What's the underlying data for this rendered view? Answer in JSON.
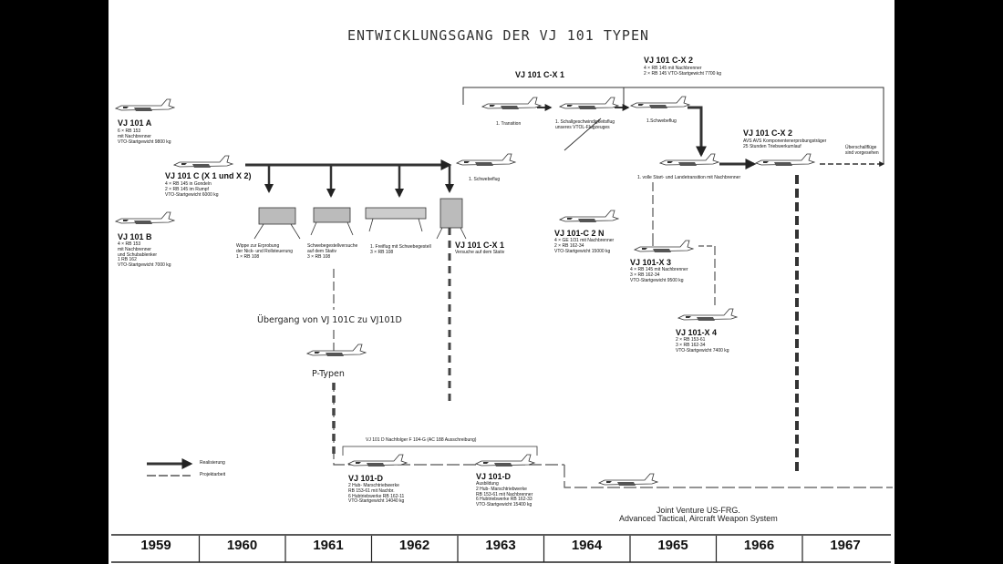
{
  "title": "ENTWICKLUNGSGANG DER VJ 101 TYPEN",
  "years": [
    "1959",
    "1960",
    "1961",
    "1962",
    "1963",
    "1964",
    "1965",
    "1966",
    "1967"
  ],
  "legend": {
    "realised": "Realisierung",
    "project": "Projektarbeit"
  },
  "transition": "Übergang von VJ 101C zu VJ101D",
  "ptypes": "P-Typen",
  "nodes": {
    "a": {
      "name": "VJ 101 A",
      "l1": "6 × RB 153",
      "l2": "mit Nachbrenner",
      "l3": "VTO-Startgewicht 9800 kg"
    },
    "c": {
      "name": "VJ 101 C (X 1 und X 2)",
      "l1": "4 × RB 145 in Gondeln",
      "l2": "2 × RB 145 im Rumpf",
      "l3": "VTO-Startgewicht 6000 kg"
    },
    "b": {
      "name": "VJ 101 B",
      "l1": "4 × RB 153",
      "l2": "mit Nachbrenner",
      "l3": "und Schubablenker",
      "l4": "1 RB 162",
      "l5": "VTO-Startgewicht 7000 kg"
    },
    "cx1": {
      "header": "VJ 101 C-X 1",
      "step0": "1. Schwebeflug",
      "step1": "1. Transition",
      "step2a": "1. Schallgeschwindigkeitsflug",
      "step2b": "unseres VTOL-Flugzeuges"
    },
    "cx2": {
      "name": "VJ 101 C-X 2",
      "l1": "4 × RB 145 mit Nachbrenner",
      "l2": "2 × RB 145 VTO-Startgewicht 7700 kg",
      "step1": "1.Schwebeflug",
      "step2": "1. volle Start- und Landetransition mit Nachbrenner"
    },
    "cx2b": {
      "name": "VJ 101 C-X 2",
      "l1": "AVS AVS Komponentenerprobungsträger",
      "l2": "25 Stunden Triebwerkumlauf"
    },
    "super": {
      "l1": "Überschallflüge",
      "l2": "sind vorgesehen"
    },
    "c2n": {
      "name": "VJ 101-C 2 N",
      "l1": "4 × GE 1/31 mit Nachbrenner",
      "l2": "2 × RB 162-34",
      "l3": "VTO-Startgewicht 15000 kg"
    },
    "x3": {
      "name": "VJ 101-X 3",
      "l1": "4 × RB 145 mit Nachbrenner",
      "l2": "3 × RB 162-34",
      "l3": "VTO-Startgewicht 9500 kg"
    },
    "x4": {
      "name": "VJ 101-X 4",
      "l1": "2 × RB 153-61",
      "l2": "3 × RB 162-34",
      "l3": "VTO-Startgewicht 7400 kg"
    },
    "dhead": "VJ 101 D Nachfolger F 104-G (AC 188 Ausschreibung)",
    "d1": {
      "name": "VJ 101-D",
      "l1": "2 Hub- Marschtriebwerke",
      "l2": "RB 153-61 mit Nachbr.",
      "l3": "6 Hubtriebwerke RB 162-11",
      "l4": "VTO-Startgewicht 14040 kg",
      "l5": ""
    },
    "d2": {
      "name": "VJ 101-D",
      "l1": "Ausbildung",
      "l2": "2 Hub- Marschtriebwerke",
      "l3": "RB 153-61 mit Nachbrenner",
      "l4": "6 Hubtriebwerke RB 162-33",
      "l5": "VTO-Startgewicht 15400 kg",
      "l6": ""
    }
  },
  "rigs": {
    "wippe": {
      "l1": "Wippe zur Erprobung",
      "l2": "der Nick- und Rollsteuerung",
      "l3": "1 × RB 108"
    },
    "schwebe": {
      "l1": "Schwebegestellversuche",
      "l2": "auf dem Stativ",
      "l3": "3 × RB 108"
    },
    "freiflug": {
      "l1": "1. Freiflug mit Schwebegestell",
      "l2": "3 × RB 108"
    },
    "stand": {
      "name": "VJ 101 C-X 1",
      "l1": "Versuche auf dem Stativ"
    }
  },
  "jv": {
    "l1": "Joint Venture US-FRG.",
    "l2": "Advanced Tactical, Aircraft Weapon System"
  }
}
